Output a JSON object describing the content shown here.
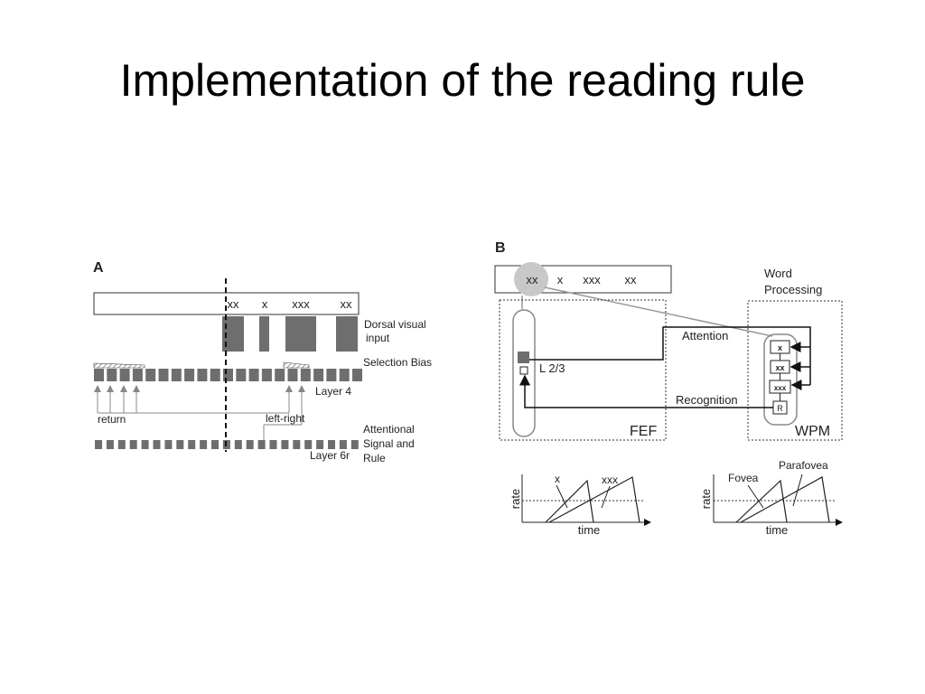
{
  "slide": {
    "title": "Implementation of the reading rule"
  },
  "panel_a": {
    "label": "A",
    "word_row": [
      "xx",
      "x",
      "xxx",
      "xx"
    ],
    "labels": {
      "dorsal": [
        "Dorsal visual",
        "input"
      ],
      "selection_bias": "Selection Bias",
      "layer4": "Layer 4",
      "return": "return",
      "left_right": "left-right",
      "attentional": [
        "Attentional",
        "Signal and",
        "Rule"
      ],
      "layer6r": "Layer 6r"
    }
  },
  "panel_b": {
    "label": "B",
    "word_row": [
      "xx",
      "x",
      "xxx",
      "xx"
    ],
    "labels": {
      "word_processing": [
        "Word",
        "Processing"
      ],
      "attention": "Attention",
      "l23": "L 2/3",
      "recognition": "Recognition",
      "fef": "FEF",
      "wpm": "WPM",
      "wpm_units": [
        "x",
        "xx",
        "xxx",
        "R"
      ]
    },
    "plot_left": {
      "ylabel": "rate",
      "xlabel": "time",
      "annotations": [
        "x",
        "xxx"
      ]
    },
    "plot_right": {
      "ylabel": "rate",
      "xlabel": "time",
      "annotations": [
        "Fovea",
        "Parafovea"
      ]
    }
  },
  "colors": {
    "block": "#6e6e6e",
    "text": "#222222",
    "highlight": "#c8c8c8"
  }
}
